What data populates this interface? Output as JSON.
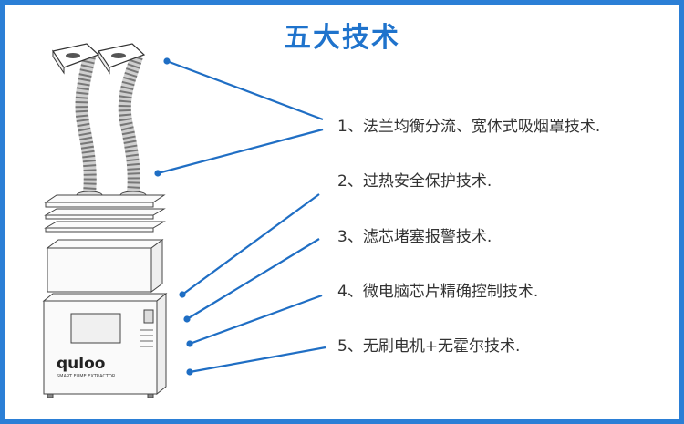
{
  "title": "五大技术",
  "items": [
    "1、法兰均衡分流、宽体式吸烟罩技术.",
    "2、过热安全保护技术.",
    "3、滤芯堵塞报警技术.",
    "4、微电脑芯片精确控制技术.",
    "5、无刷电机+无霍尔技术."
  ],
  "logo": {
    "brand": "quloo",
    "tagline": "SMART FUME EXTRACTOR"
  },
  "colors": {
    "border": "#2b7fd6",
    "title": "#1f73cc",
    "line": "#1f6ec4",
    "text": "#333333"
  }
}
